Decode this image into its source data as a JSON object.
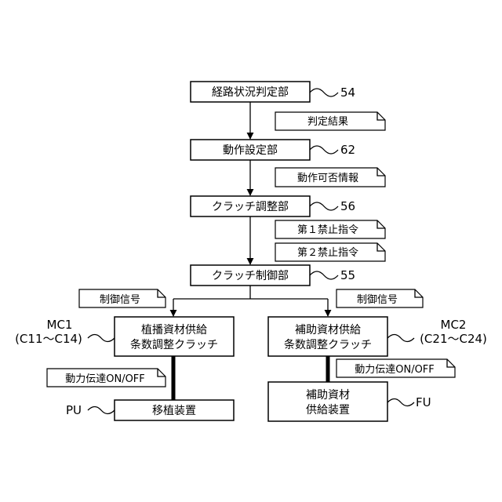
{
  "blocks": {
    "route_judge": "経路状況判定部",
    "action_setting": "動作設定部",
    "clutch_adjust": "クラッチ調整部",
    "clutch_control": "クラッチ制御部",
    "planting_clutch_line1": "植播資材供給",
    "planting_clutch_line2": "条数調整クラッチ",
    "aux_clutch_line1": "補助資材供給",
    "aux_clutch_line2": "条数調整クラッチ",
    "transplant_device": "移植装置",
    "aux_supply_line1": "補助資材",
    "aux_supply_line2": "供給装置"
  },
  "notes": {
    "judge_result": "判定結果",
    "action_permission": "動作可否情報",
    "first_prohibit": "第１禁止指令",
    "second_prohibit": "第２禁止指令",
    "control_signal_left": "制御信号",
    "control_signal_right": "制御信号",
    "power_left": "動力伝達ON/OFF",
    "power_right": "動力伝達ON/OFF"
  },
  "refs": {
    "route_judge": "54",
    "action_setting": "62",
    "clutch_adjust": "56",
    "clutch_control": "55",
    "mc1_name": "MC1",
    "mc1_range": "(C11～C14)",
    "mc2_name": "MC2",
    "mc2_range": "(C21～C24)",
    "pu": "PU",
    "fu": "FU"
  }
}
